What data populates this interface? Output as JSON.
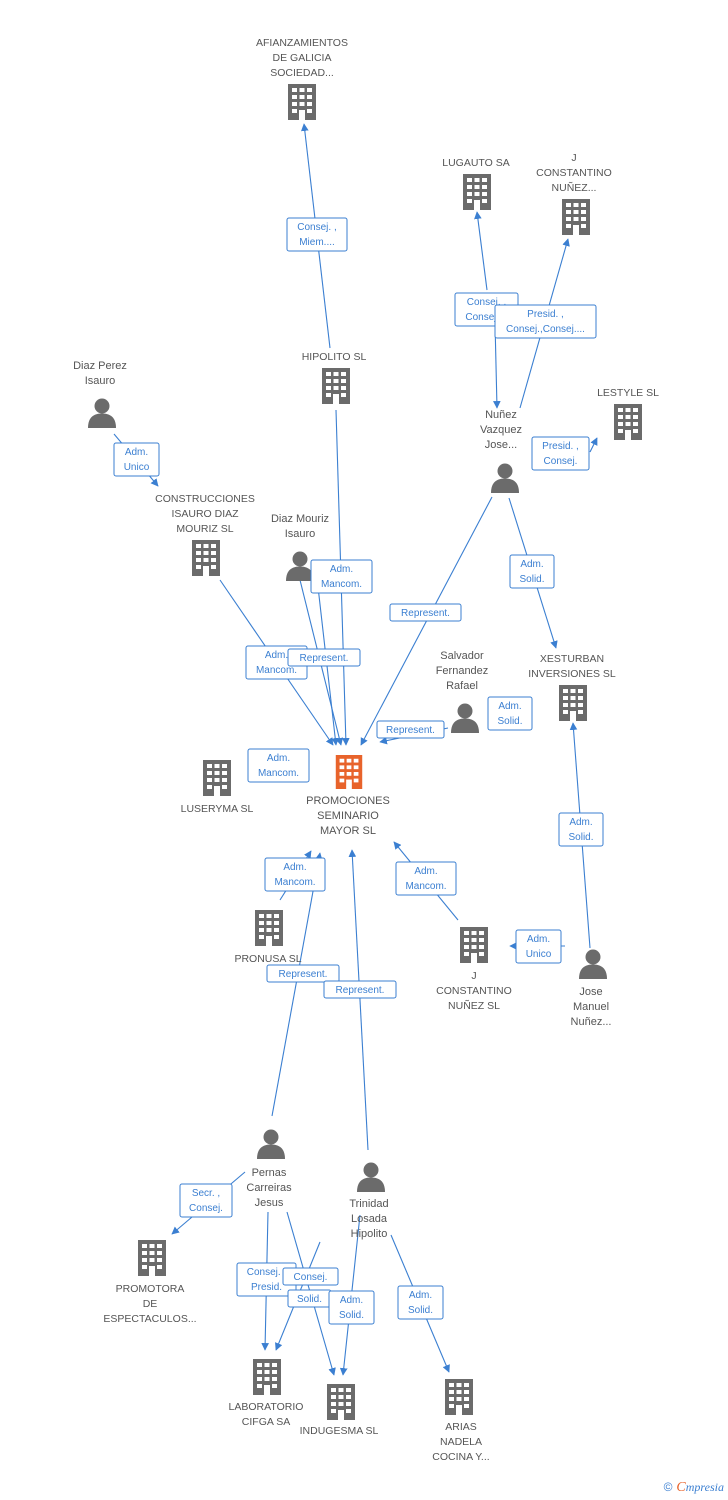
{
  "colors": {
    "edge": "#3b7fd1",
    "node": "#6b6b6b",
    "highlight": "#e8632b",
    "text": "#555555"
  },
  "nodes": [
    {
      "id": "afianzamientos",
      "kind": "company",
      "lines": [
        "AFIANZAMIENTOS",
        "DE GALICIA",
        "SOCIEDAD..."
      ]
    },
    {
      "id": "lugauto",
      "kind": "company",
      "lines": [
        "LUGAUTO SA"
      ]
    },
    {
      "id": "jconstantino-top",
      "kind": "company",
      "lines": [
        "J",
        "CONSTANTINO",
        "NUÑEZ..."
      ]
    },
    {
      "id": "hipolito",
      "kind": "company",
      "lines": [
        "HIPOLITO SL"
      ]
    },
    {
      "id": "diaz-perez",
      "kind": "person",
      "lines": [
        "Diaz Perez",
        "Isauro"
      ]
    },
    {
      "id": "nunez-vazquez",
      "kind": "person",
      "lines": [
        "Nuñez",
        "Vazquez",
        "Jose..."
      ]
    },
    {
      "id": "lestyle",
      "kind": "company",
      "lines": [
        "LESTYLE SL"
      ]
    },
    {
      "id": "construcciones",
      "kind": "company",
      "lines": [
        "CONSTRUCCIONES",
        "ISAURO DIAZ",
        "MOURIZ SL"
      ]
    },
    {
      "id": "diaz-mouriz",
      "kind": "person",
      "lines": [
        "Diaz Mouriz",
        "Isauro"
      ]
    },
    {
      "id": "salvador",
      "kind": "person",
      "lines": [
        "Salvador",
        "Fernandez",
        "Rafael"
      ]
    },
    {
      "id": "xesturban",
      "kind": "company",
      "lines": [
        "XESTURBAN",
        "INVERSIONES SL"
      ]
    },
    {
      "id": "luseryma",
      "kind": "company",
      "lines": [
        "LUSERYMA SL"
      ]
    },
    {
      "id": "promociones",
      "kind": "main",
      "lines": [
        "PROMOCIONES",
        "SEMINARIO",
        "MAYOR SL"
      ]
    },
    {
      "id": "pronusa",
      "kind": "company",
      "lines": [
        "PRONUSA  SL"
      ]
    },
    {
      "id": "jconstantino-sl",
      "kind": "company",
      "lines": [
        "J",
        "CONSTANTINO",
        "NUÑEZ SL"
      ]
    },
    {
      "id": "jose-manuel",
      "kind": "person",
      "lines": [
        "Jose",
        "Manuel",
        "Nuñez..."
      ]
    },
    {
      "id": "pernas",
      "kind": "person",
      "lines": [
        "Pernas",
        "Carreiras",
        "Jesus"
      ]
    },
    {
      "id": "trinidad",
      "kind": "person",
      "lines": [
        "Trinidad",
        "Losada",
        "Hipolito"
      ]
    },
    {
      "id": "promotora",
      "kind": "company",
      "lines": [
        "PROMOTORA",
        "DE",
        "ESPECTACULOS..."
      ]
    },
    {
      "id": "laboratorio",
      "kind": "company",
      "lines": [
        "LABORATORIO",
        "CIFGA SA"
      ]
    },
    {
      "id": "indugesma",
      "kind": "company",
      "lines": [
        "INDUGESMA SL"
      ]
    },
    {
      "id": "arias",
      "kind": "company",
      "lines": [
        "ARIAS",
        "NADELA",
        "COCINA Y..."
      ]
    }
  ],
  "tags": [
    [
      "Consej. ,",
      "Miem...."
    ],
    [
      "Consej. ,",
      "Consej...."
    ],
    [
      "Presid. ,",
      "Consej.,Consej...."
    ],
    [
      "Presid. ,",
      "Consej."
    ],
    [
      "Adm.",
      "Unico"
    ],
    [
      "Adm.",
      "Mancom."
    ],
    [
      "Adm.",
      "Solid."
    ],
    [
      "Represent."
    ],
    [
      "Adm.",
      "Mancom."
    ],
    [
      "Represent."
    ],
    [
      "Adm.",
      "Solid."
    ],
    [
      "Represent."
    ],
    [
      "Adm.",
      "Mancom."
    ],
    [
      "Adm.",
      "Mancom."
    ],
    [
      "Adm.",
      "Solid."
    ],
    [
      "Adm.",
      "Mancom."
    ],
    [
      "Adm.",
      "Unico"
    ],
    [
      "Represent."
    ],
    [
      "Represent."
    ],
    [
      "Secr. ,",
      "Consej."
    ],
    [
      "Consej. ,",
      "Presid."
    ],
    [
      "Consej."
    ],
    [
      "Solid."
    ],
    [
      "Adm.",
      "Solid."
    ],
    [
      "Adm.",
      "Solid."
    ]
  ],
  "footer": {
    "copyright": "©",
    "brand_initial": "C",
    "brand_rest": "mpresia"
  }
}
